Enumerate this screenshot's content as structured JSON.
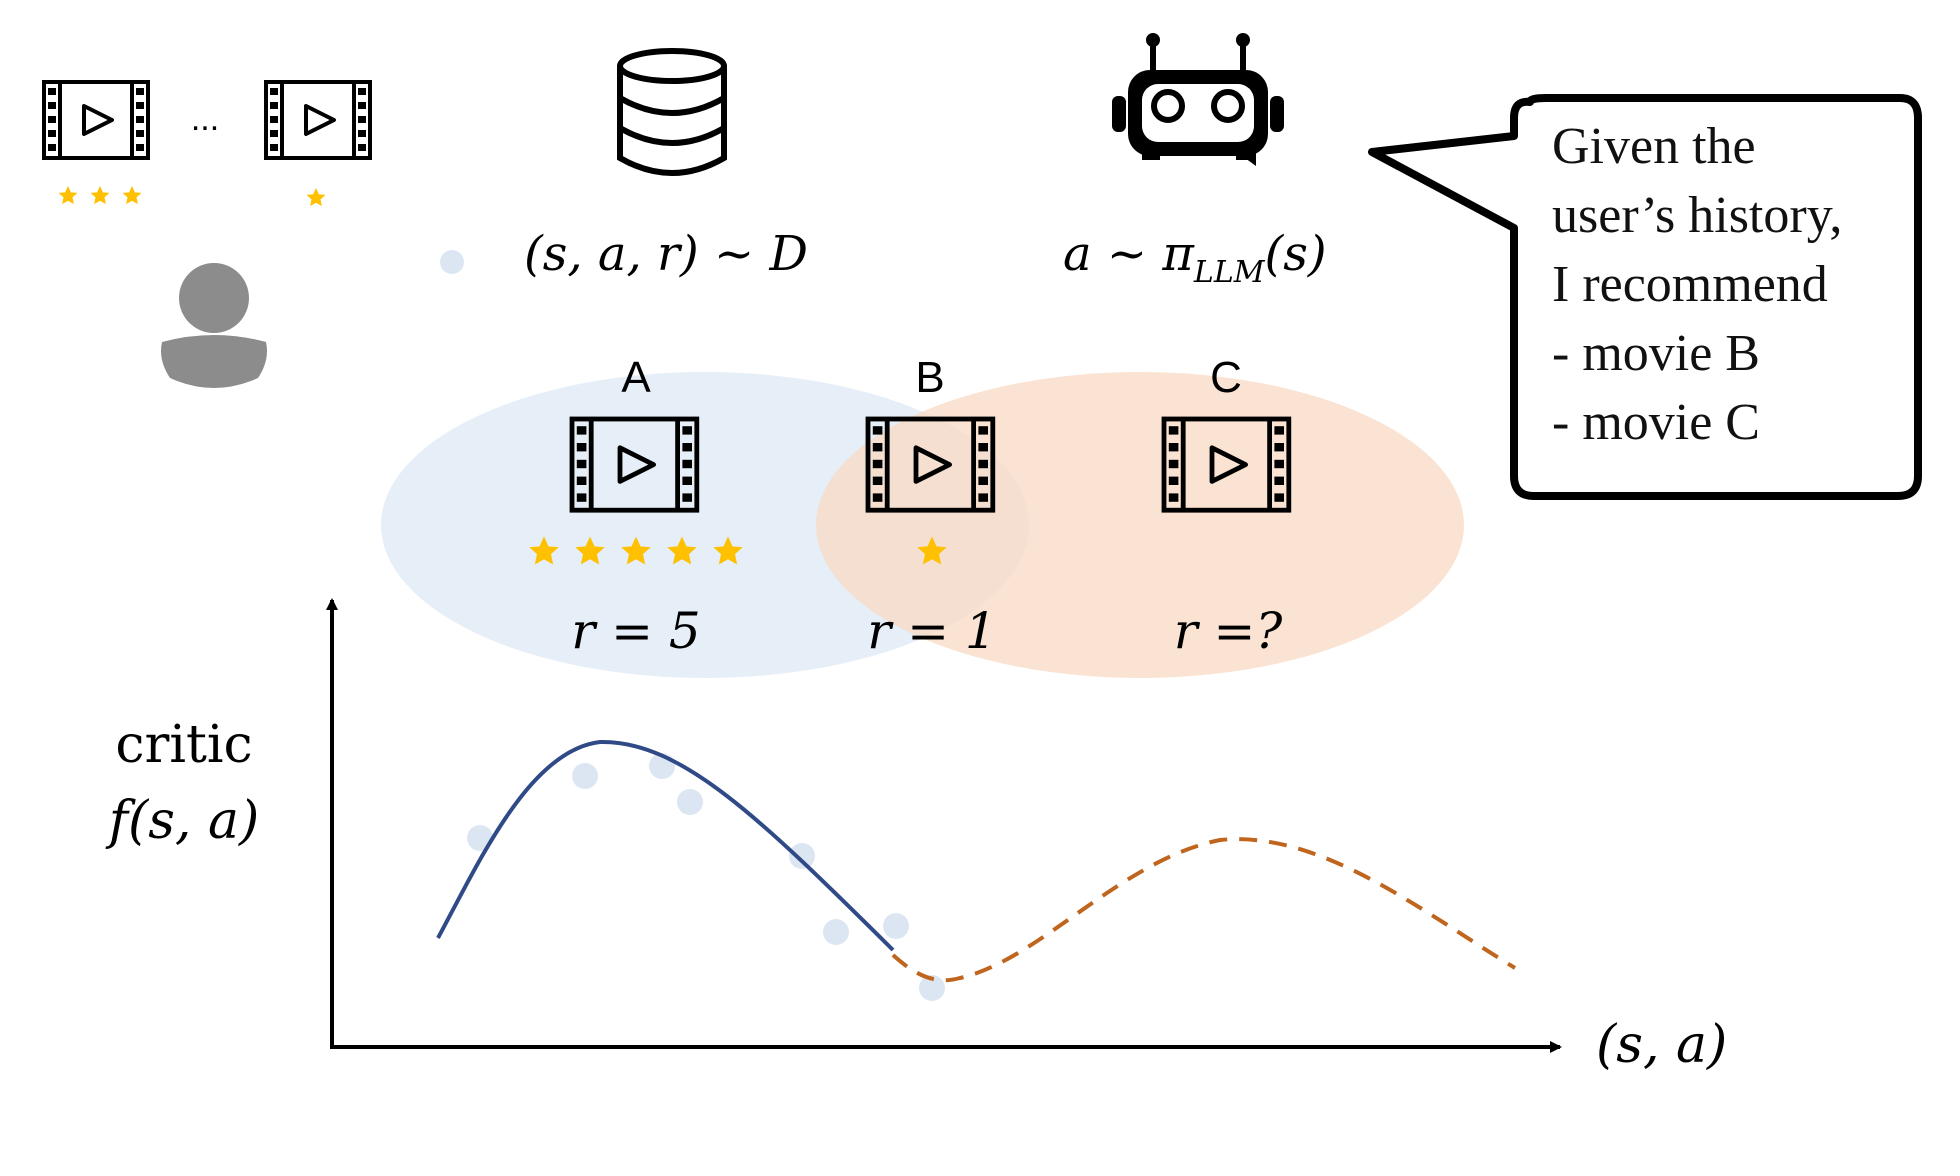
{
  "colors": {
    "line_black": "#000000",
    "star": "#FFC000",
    "user_gray": "#8c8c8c",
    "dataset_ellipse": "#dde8f4",
    "policy_ellipse": "#f8d9c3",
    "critic_curve": "#2f4a86",
    "extrapolation_curve": "#c0651e",
    "data_point": "#dce6f3"
  },
  "history": {
    "ellipsis": "...",
    "first_movie_stars": 3,
    "last_movie_stars": 1
  },
  "dataset": {
    "icon": "database-icon",
    "formula": "(s, a, r) ~ D"
  },
  "policy": {
    "icon": "robot-icon",
    "formula_prefix": "a ~ π",
    "formula_sub": "LLM",
    "formula_suffix": "(s)"
  },
  "speech_bubble": {
    "lines": [
      "Given the",
      "user’s history,",
      "I recommend",
      "- movie B",
      "- movie C"
    ]
  },
  "movies": [
    {
      "label": "A",
      "stars": 5,
      "reward": "r = 5"
    },
    {
      "label": "B",
      "stars": 1,
      "reward": "r = 1"
    },
    {
      "label": "C",
      "stars": 0,
      "reward": "r =?"
    }
  ],
  "critic": {
    "ylabel_line1": "critic",
    "ylabel_line2": "f(s, a)",
    "xlabel": "(s, a)"
  }
}
